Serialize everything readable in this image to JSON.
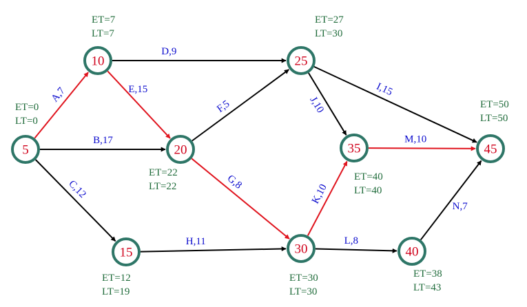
{
  "colors": {
    "node_border": "#2e7667",
    "node_text": "#d0021b",
    "critical_edge": "#e0141e",
    "normal_edge": "#000000",
    "edge_label": "#0a0acd",
    "time_label": "#1f6b3a"
  },
  "nodes": [
    {
      "id": "n5",
      "label": "5",
      "et": "ET=0",
      "lt": "LT=0"
    },
    {
      "id": "n10",
      "label": "10",
      "et": "ET=7",
      "lt": "LT=7"
    },
    {
      "id": "n20",
      "label": "20",
      "et": "ET=22",
      "lt": "LT=22"
    },
    {
      "id": "n15",
      "label": "15",
      "et": "ET=12",
      "lt": "LT=19"
    },
    {
      "id": "n25",
      "label": "25",
      "et": "ET=27",
      "lt": "LT=30"
    },
    {
      "id": "n30",
      "label": "30",
      "et": "ET=30",
      "lt": "LT=30"
    },
    {
      "id": "n35",
      "label": "35",
      "et": "ET=40",
      "lt": "LT=40"
    },
    {
      "id": "n40",
      "label": "40",
      "et": "ET=38",
      "lt": "LT=43"
    },
    {
      "id": "n45",
      "label": "45",
      "et": "ET=50",
      "lt": "LT=50"
    }
  ],
  "edges": [
    {
      "id": "A",
      "from": "n5",
      "to": "n10",
      "label": "A,7",
      "critical": true
    },
    {
      "id": "B",
      "from": "n5",
      "to": "n20",
      "label": "B,17",
      "critical": false
    },
    {
      "id": "C",
      "from": "n5",
      "to": "n15",
      "label": "C,12",
      "critical": false
    },
    {
      "id": "D",
      "from": "n10",
      "to": "n25",
      "label": "D,9",
      "critical": false
    },
    {
      "id": "E",
      "from": "n10",
      "to": "n20",
      "label": "E,15",
      "critical": true
    },
    {
      "id": "F",
      "from": "n20",
      "to": "n25",
      "label": "F,5",
      "critical": false
    },
    {
      "id": "G",
      "from": "n20",
      "to": "n30",
      "label": "G,8",
      "critical": true
    },
    {
      "id": "H",
      "from": "n15",
      "to": "n30",
      "label": "H,11",
      "critical": false
    },
    {
      "id": "I",
      "from": "n25",
      "to": "n45",
      "label": "I,15",
      "critical": false
    },
    {
      "id": "J",
      "from": "n25",
      "to": "n35",
      "label": "J,10",
      "critical": false
    },
    {
      "id": "K",
      "from": "n30",
      "to": "n35",
      "label": "K,10",
      "critical": true
    },
    {
      "id": "L",
      "from": "n30",
      "to": "n40",
      "label": "L,8",
      "critical": false
    },
    {
      "id": "M",
      "from": "n35",
      "to": "n45",
      "label": "M,10",
      "critical": true
    },
    {
      "id": "N",
      "from": "n40",
      "to": "n45",
      "label": "N,7",
      "critical": false
    }
  ]
}
